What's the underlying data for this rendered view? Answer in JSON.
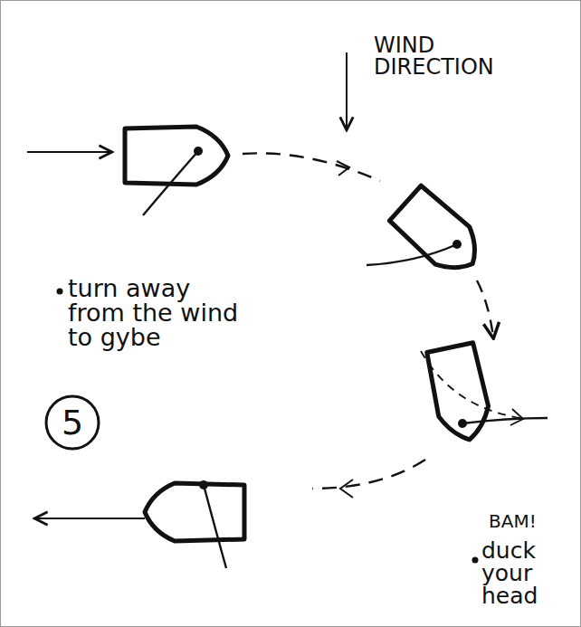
{
  "diagram": {
    "nodes": [
      {
        "text": [
          "5"
        ]
      }
    ],
    "labels": [
      "WIND DIRECTION",
      "turn away from the wind to gybe",
      "BAM!",
      "duck your head"
    ]
  }
}
